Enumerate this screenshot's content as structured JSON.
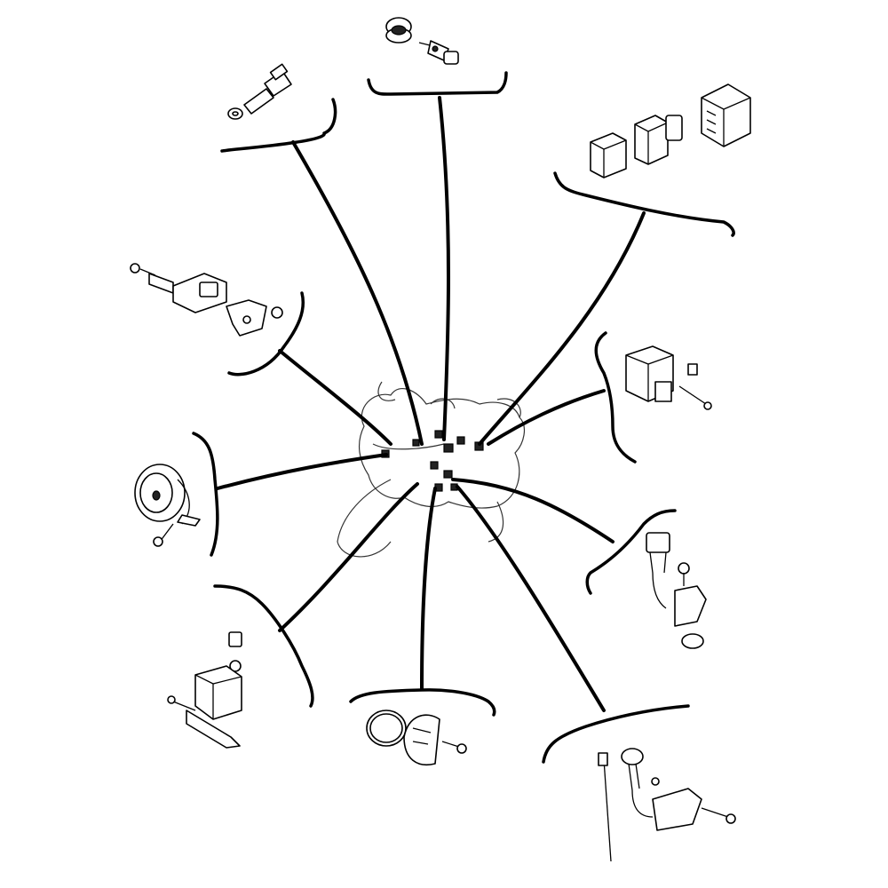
{
  "diagram": {
    "kind": "motorcycle electrical component location exploded view",
    "colors": {
      "ink": "#000000",
      "paper": "#ffffff"
    },
    "components": [
      {
        "id": "top-left-temp-sensor",
        "icon": "temperature-sensor-icon"
      },
      {
        "id": "top-center-switch",
        "icon": "pressure-switch-icon"
      },
      {
        "id": "top-right-relays",
        "icon": "relay-icon"
      },
      {
        "id": "left-bracket-sensor",
        "icon": "bracket-sensor-icon"
      },
      {
        "id": "right-relay-unit",
        "icon": "relay-icon"
      },
      {
        "id": "left-horn",
        "icon": "horn-icon"
      },
      {
        "id": "right-speed-sensor",
        "icon": "speed-sensor-icon"
      },
      {
        "id": "bottom-left-actuator",
        "icon": "actuator-icon"
      },
      {
        "id": "bottom-center-pickup",
        "icon": "pickup-coil-icon"
      },
      {
        "id": "bottom-right-sensor",
        "icon": "sensor-icon"
      }
    ]
  }
}
